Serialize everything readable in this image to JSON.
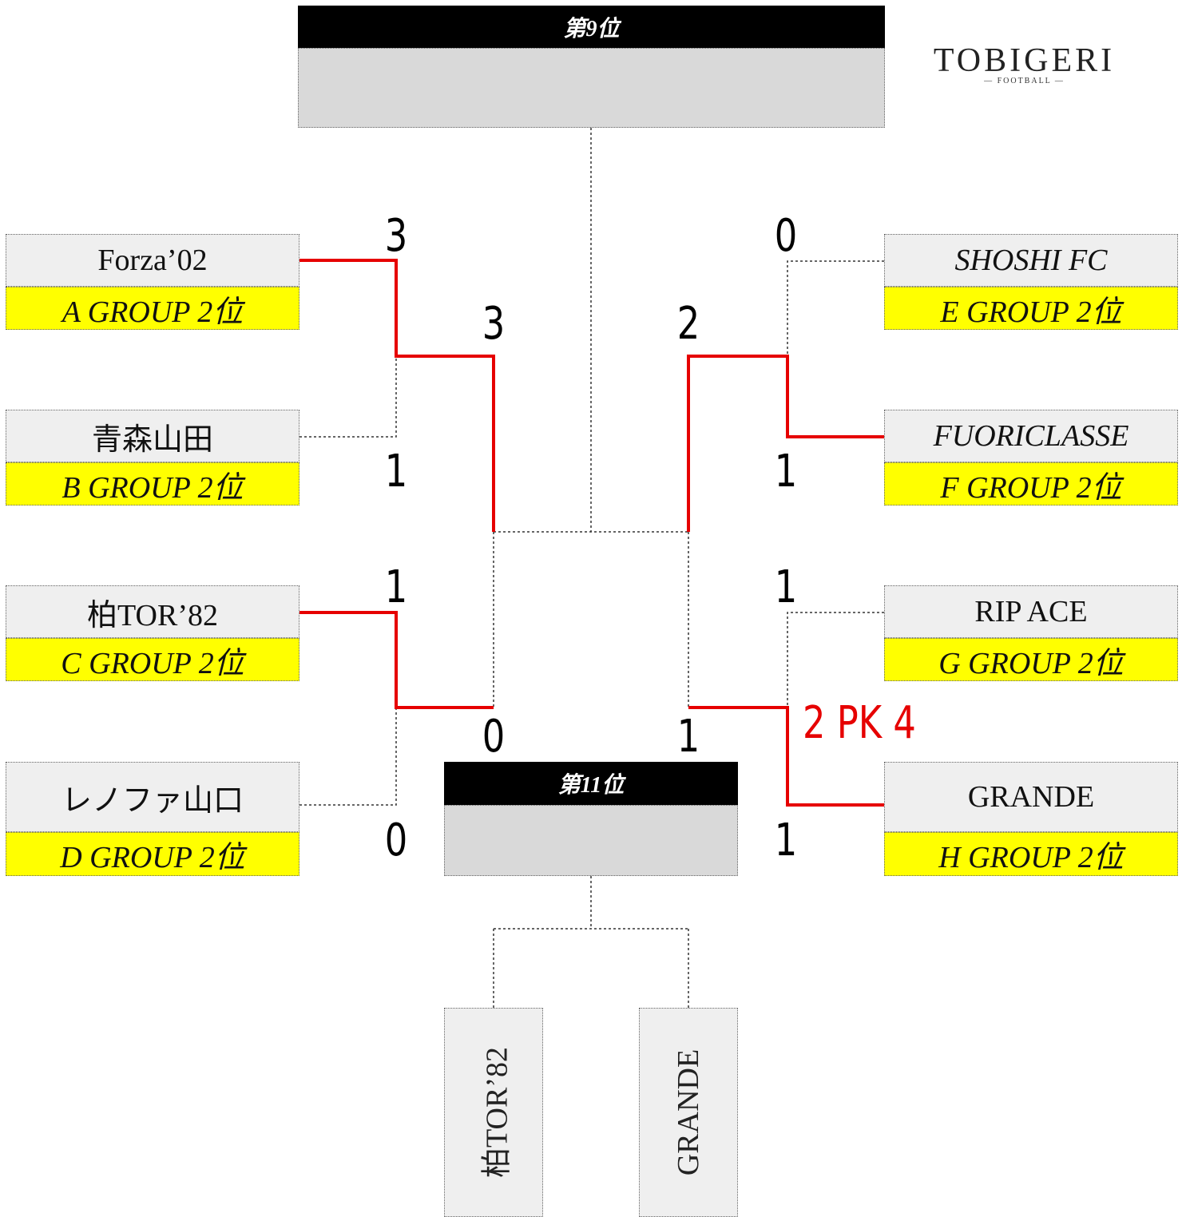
{
  "title_ninth": "第9位",
  "title_eleventh": "第11位",
  "logo": {
    "main": "TOBIGERI",
    "sub": "— FOOTBALL —"
  },
  "left_teams": [
    {
      "name": "Forza’02",
      "group": "A GROUP 2位"
    },
    {
      "name": "青森山田",
      "group": "B GROUP 2位"
    },
    {
      "name": "柏TOR’82",
      "group": "C GROUP 2位"
    },
    {
      "name": "レノファ山口",
      "group": "D GROUP 2位"
    }
  ],
  "right_teams": [
    {
      "name": "SHOSHI FC",
      "group": "E GROUP 2位"
    },
    {
      "name": "FUORICLASSE",
      "group": "F GROUP 2位"
    },
    {
      "name": "RIP ACE",
      "group": "G GROUP 2位"
    },
    {
      "name": "GRANDE",
      "group": "H GROUP 2位"
    }
  ],
  "scores": {
    "r1_a": "3",
    "r1_b": "1",
    "r1_c": "1",
    "r1_d": "0",
    "r1_e": "0",
    "r1_f": "1",
    "r1_g": "1",
    "r1_h": "1",
    "semi_left_top": "3",
    "semi_left_bottom": "0",
    "semi_right_top": "2",
    "semi_right_bottom": "1",
    "pk": "2 PK 4"
  },
  "eleventh_candidates": [
    "柏TOR’82",
    "GRANDE"
  ],
  "colors": {
    "win_line": "#e60000",
    "group_bg": "#ffff00",
    "name_bg": "#efefef",
    "header_bg": "#000000"
  }
}
